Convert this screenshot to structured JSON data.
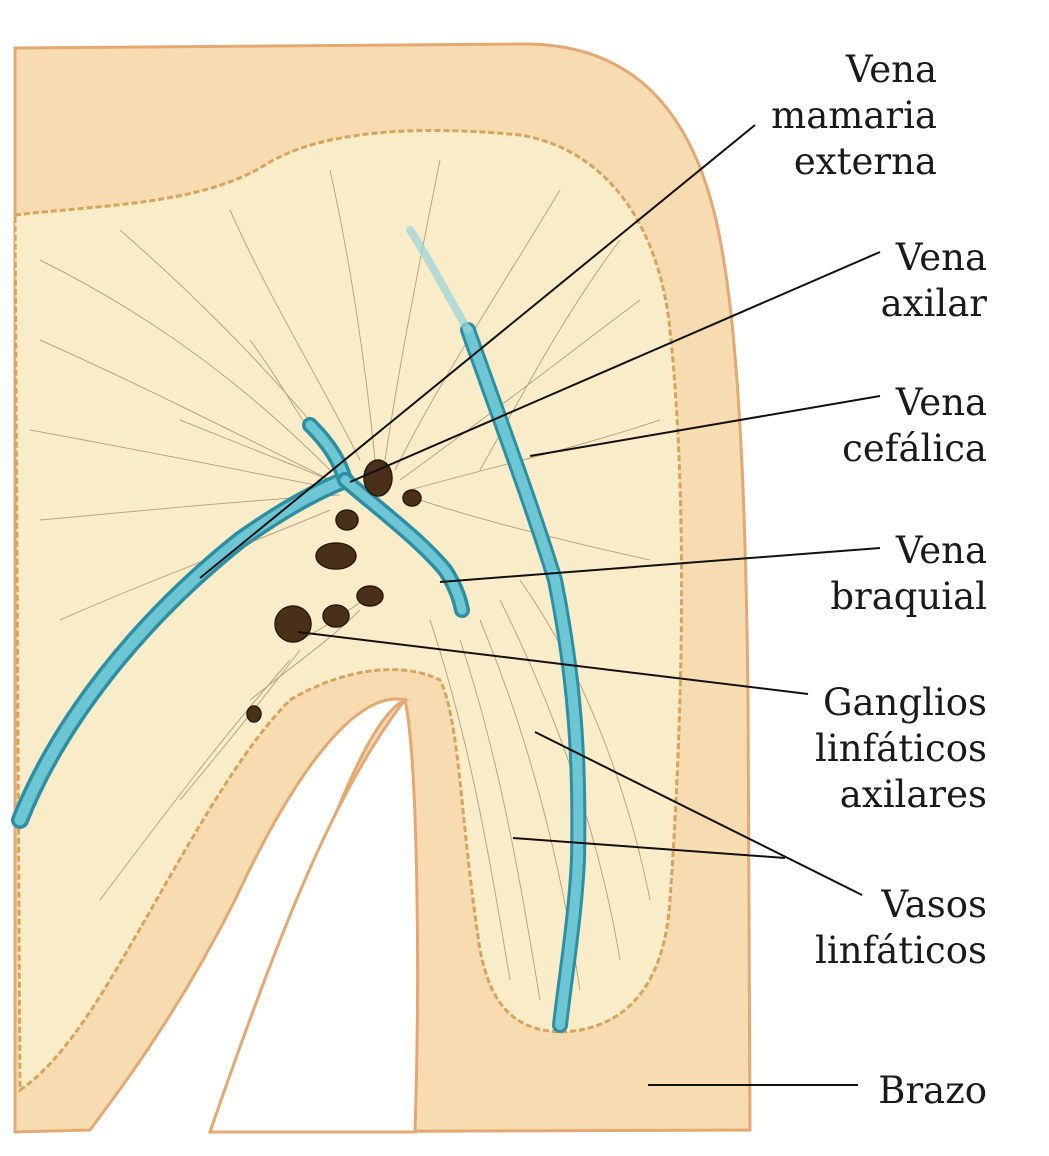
{
  "labels": {
    "vena_mamaria_externa": [
      "Vena",
      "mamaria",
      "externa"
    ],
    "vena_axilar": [
      "Vena",
      "axilar"
    ],
    "vena_cefalica": [
      "Vena",
      "cefálica"
    ],
    "vena_braquial": [
      "Vena",
      "braquial"
    ],
    "ganglios": [
      "Ganglios",
      "linfáticos",
      "axilares"
    ],
    "vasos": [
      "Vasos",
      "linfáticos"
    ],
    "brazo": [
      "Brazo"
    ]
  },
  "colors": {
    "skin": "#f6dcb0",
    "skin_outer": "#f2c99c",
    "fat": "#f9ecc9",
    "edge": "#e4a873",
    "vein": "#4fb3c4",
    "vein_dark": "#2f8fa2",
    "node": "#4a3018",
    "lymph": "#8a6a4a",
    "leader": "#111111"
  }
}
